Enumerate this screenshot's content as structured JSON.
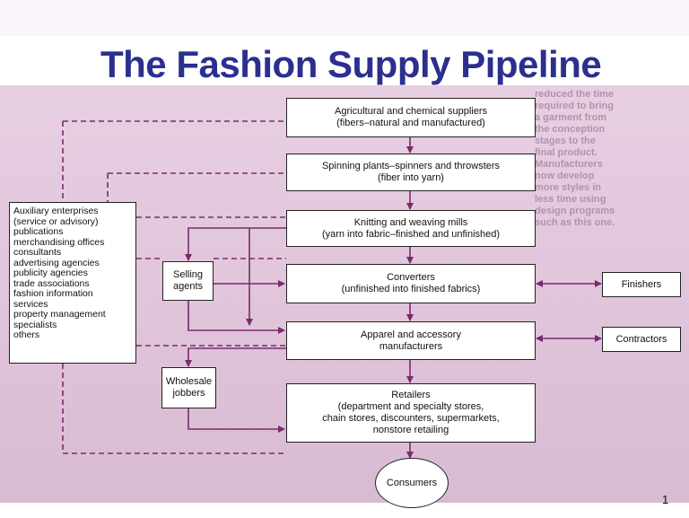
{
  "title": "The Fashion Supply Pipeline",
  "page_number": "1",
  "nodes": {
    "agricultural": "Agricultural and chemical suppliers\n(fibers–natural and manufactured)",
    "spinning": "Spinning plants–spinners and throwsters\n(fiber into yarn)",
    "knitting": "Knitting and weaving mills\n(yarn into fabric–finished and unfinished)",
    "converters": "Converters\n(unfinished into finished fabrics)",
    "apparel": "Apparel and accessory\nmanufacturers",
    "retailers": "Retailers\n(department and specialty stores,\nchain stores, discounters, supermarkets,\nnonstore retailing",
    "consumers": "Consumers",
    "selling_agents": "Selling\nagents",
    "wholesale_jobbers": "Wholesale\njobbers",
    "finishers": "Finishers",
    "contractors": "Contractors",
    "auxiliary": "Auxiliary enterprises\n(service or advisory)\n   publications\n   merchandising offices\n   consultants\n   advertising agencies\n   publicity agencies\n   trade associations\n   fashion information\n      services\n   property management\n      specialists\n   others"
  },
  "background_text": "reduced the time\nrequired to bring\na garment from\nthe conception\nstages to the\nfinal product.\nManufacturers\nnow develop\nmore styles in\nless time using\ndesign programs\nsuch as this one."
}
